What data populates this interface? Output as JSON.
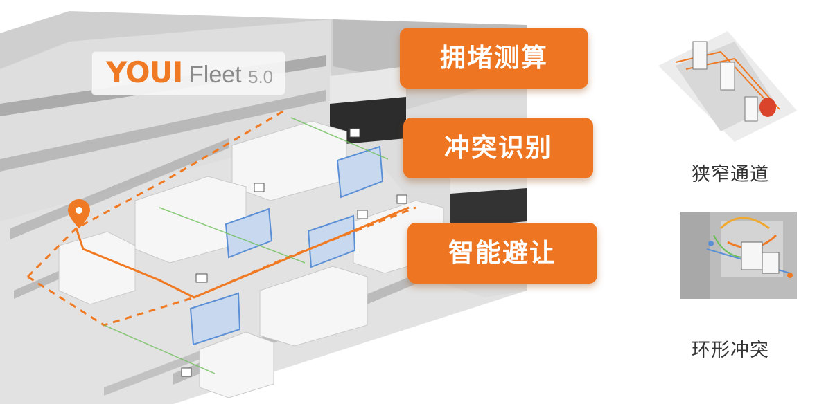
{
  "logo": {
    "brand": "YOUI",
    "product": "Fleet",
    "version": "5.0"
  },
  "features": [
    {
      "label": "拥堵测算"
    },
    {
      "label": "冲突识别"
    },
    {
      "label": "智能避让"
    }
  ],
  "scenarios": [
    {
      "label": "狭窄通道"
    },
    {
      "label": "环形冲突"
    }
  ],
  "colors": {
    "accent": "#ee7522",
    "route": "#f07a23",
    "rack": "#5b8fd6",
    "floor": "#dcdcdc"
  }
}
